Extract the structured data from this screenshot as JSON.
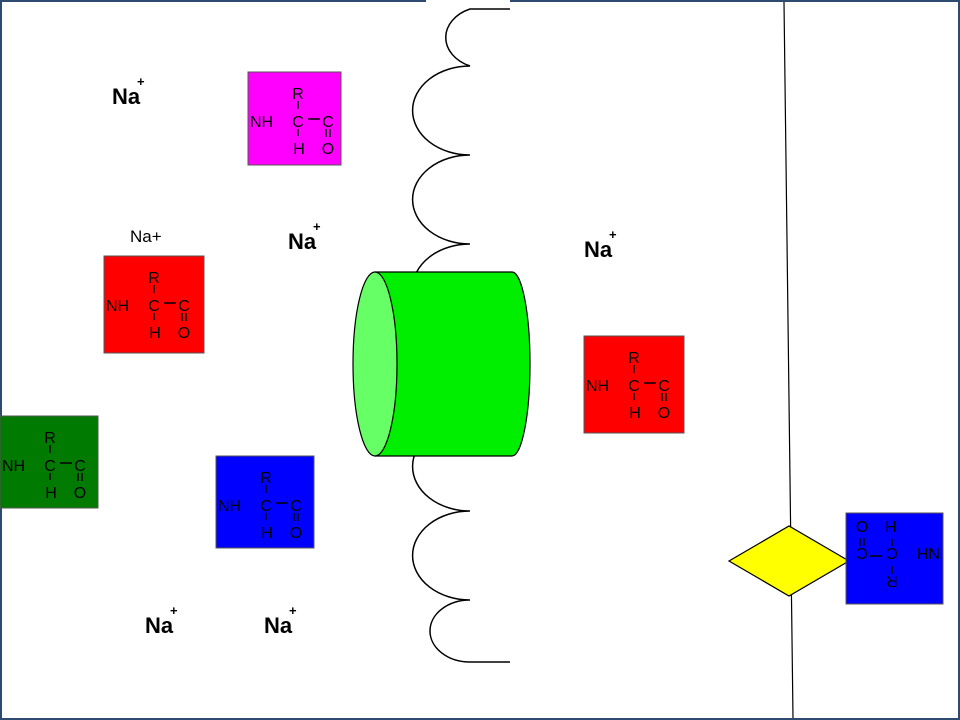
{
  "ions": {
    "symbol": "Na",
    "charge": "+",
    "plain_label": "Na+"
  },
  "amino_acid": {
    "r_group": "R",
    "amine": "NH",
    "alpha_carbon": "C",
    "carboxyl_carbon": "C",
    "hydrogen": "H",
    "oxygen": "O"
  },
  "colors": {
    "magenta_molecule": "#FF00FF",
    "red_molecule": "#FF0000",
    "green_molecule": "#007A00",
    "blue_molecule": "#0000FF",
    "channel_protein": "#00EE00",
    "channel_end": "#66FF66",
    "receptor": "#FFFF00",
    "frame_border": "#2F4A6F"
  }
}
